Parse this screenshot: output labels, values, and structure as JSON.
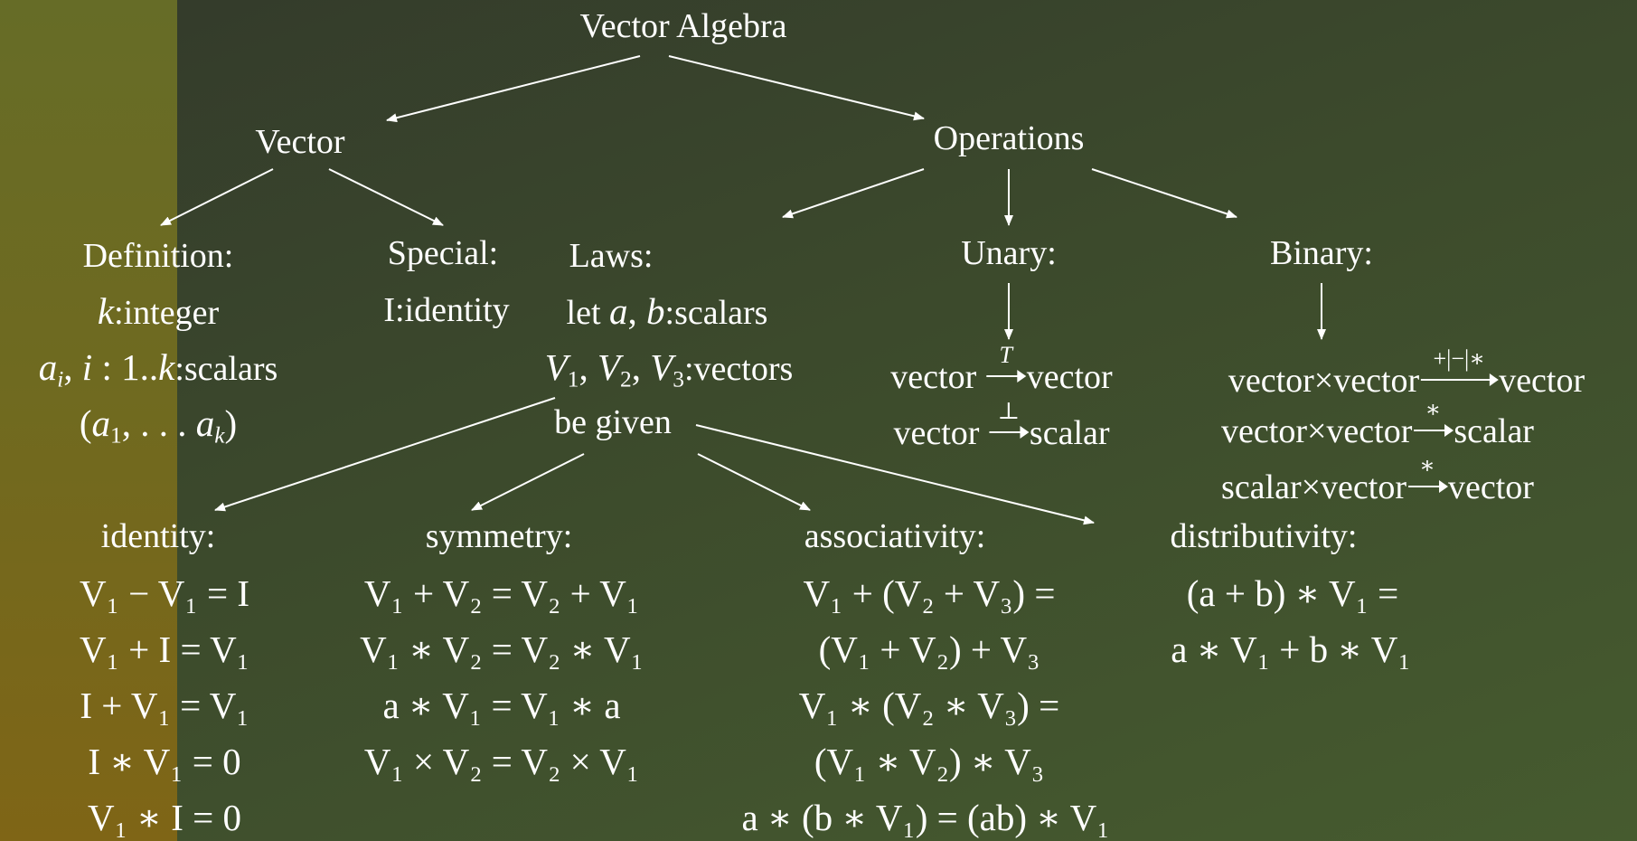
{
  "title": "Vector Algebra",
  "vector": {
    "label": "Vector",
    "definition": {
      "heading": "Definition:",
      "k_name": "k",
      "k_desc": ":integer",
      "a_sym": "a",
      "a_sub": "i",
      "i_sym": "i",
      "range": " : 1..",
      "range_k": "k",
      "a_desc": ":scalars",
      "tuple_open": "(",
      "tuple_a1": "a",
      "tuple_1": "1",
      "tuple_dots": ", . . . ",
      "tuple_ak": "a",
      "tuple_k": "k",
      "tuple_close": ")"
    },
    "special": {
      "heading": "Special:",
      "line": "I:identity"
    }
  },
  "operations": {
    "label": "Operations",
    "laws": {
      "heading": "Laws:",
      "let": "let ",
      "a": "a",
      "comma": ", ",
      "b": "b",
      "scalars": ":scalars",
      "v1": "V",
      "v2": "V",
      "v3": "V",
      "s1": "1",
      "s2": "2",
      "s3": "3",
      "vectors": ":vectors",
      "given": "be given"
    },
    "unary": {
      "heading": "Unary:",
      "rows": [
        {
          "left": "vector ",
          "op": "T",
          "right": "vector"
        },
        {
          "left": "vector ",
          "op": "⊥",
          "right": "scalar"
        }
      ]
    },
    "binary": {
      "heading": "Binary:",
      "rows": [
        {
          "left": "vector×vector",
          "op": "+|−|∗",
          "right": "vector"
        },
        {
          "left": "vector×vector",
          "op": "∗",
          "right": "scalar"
        },
        {
          "left": "scalar×vector",
          "op": "∗",
          "right": "vector"
        }
      ]
    }
  },
  "laws_groups": {
    "identity": {
      "heading": "identity:",
      "lines": [
        "V₁ − V₁ = I",
        "V₁ + I = V₁",
        "I + V₁ = V₁",
        "I ∗ V₁ = 0",
        "V₁ ∗ I = 0"
      ]
    },
    "symmetry": {
      "heading": "symmetry:",
      "lines": [
        "V₁ + V₂ = V₂ + V₁",
        "V₁ ∗ V₂ = V₂ ∗ V₁",
        "a ∗ V₁ = V₁ ∗ a",
        "V₁ × V₂ = V₂ × V₁"
      ]
    },
    "associativity": {
      "heading": "associativity:",
      "lines": [
        "V₁ + (V₂ + V₃) =",
        "(V₁ + V₂) + V₃",
        "V₁ ∗ (V₂ ∗ V₃) =",
        "(V₁ ∗ V₂) ∗ V₃",
        "a ∗ (b ∗ V₁) = (ab) ∗ V₁"
      ]
    },
    "distributivity": {
      "heading": "distributivity:",
      "lines": [
        "(a + b) ∗ V₁ =",
        "a ∗ V₁ + b ∗ V₁"
      ]
    }
  },
  "colors": {
    "background": "#3c4a2c",
    "sidebar": "#6f6a20",
    "ink": "#ffffff"
  }
}
